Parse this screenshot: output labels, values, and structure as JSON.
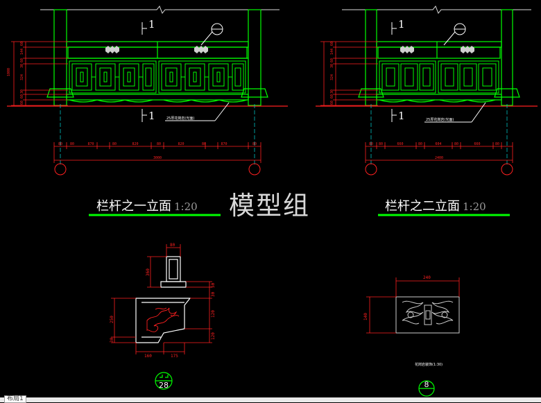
{
  "watermark": "模型组",
  "elevation1": {
    "title": "栏杆之一立面",
    "scale": "1:20",
    "section_mark": "1",
    "dims_vertical": [
      "60",
      "144",
      "60",
      "30",
      "324",
      "30",
      "60",
      "60"
    ],
    "dim_total_vertical": "1000",
    "dims_horizontal": [
      "80",
      "80",
      "870",
      "80",
      "820",
      "80",
      "820",
      "80",
      "870",
      "80"
    ],
    "dim_total": "3000",
    "note": "25厚花岗岩(光面)"
  },
  "elevation2": {
    "title": "栏杆之二立面",
    "scale": "1:20",
    "section_mark": "1",
    "dims_vertical": [
      "60",
      "144",
      "60",
      "30",
      "324",
      "30",
      "60",
      "60"
    ],
    "dims_horizontal": [
      "80",
      "80",
      "660",
      "80",
      "604",
      "80",
      "660",
      "80"
    ],
    "dim_total": "2400",
    "note": "25厚花岗岩(光面)"
  },
  "section": {
    "dims_top": "80",
    "dims_right": [
      "50",
      "30",
      "120",
      "120"
    ],
    "dims_left": [
      "360",
      "250",
      "30"
    ],
    "dims_bottom": [
      "160",
      "175"
    ],
    "callout": "28"
  },
  "ornament": {
    "dim_width": "240",
    "dim_height": "140",
    "note": "花岗岩装饰(1:30)",
    "callout": "8"
  },
  "status": {
    "tab": "布局1"
  },
  "colors": {
    "primary": "#00ff00",
    "dim": "#ff2020",
    "annot": "#ffffff",
    "center": "#00c0c0",
    "underline": "#00ff00"
  }
}
